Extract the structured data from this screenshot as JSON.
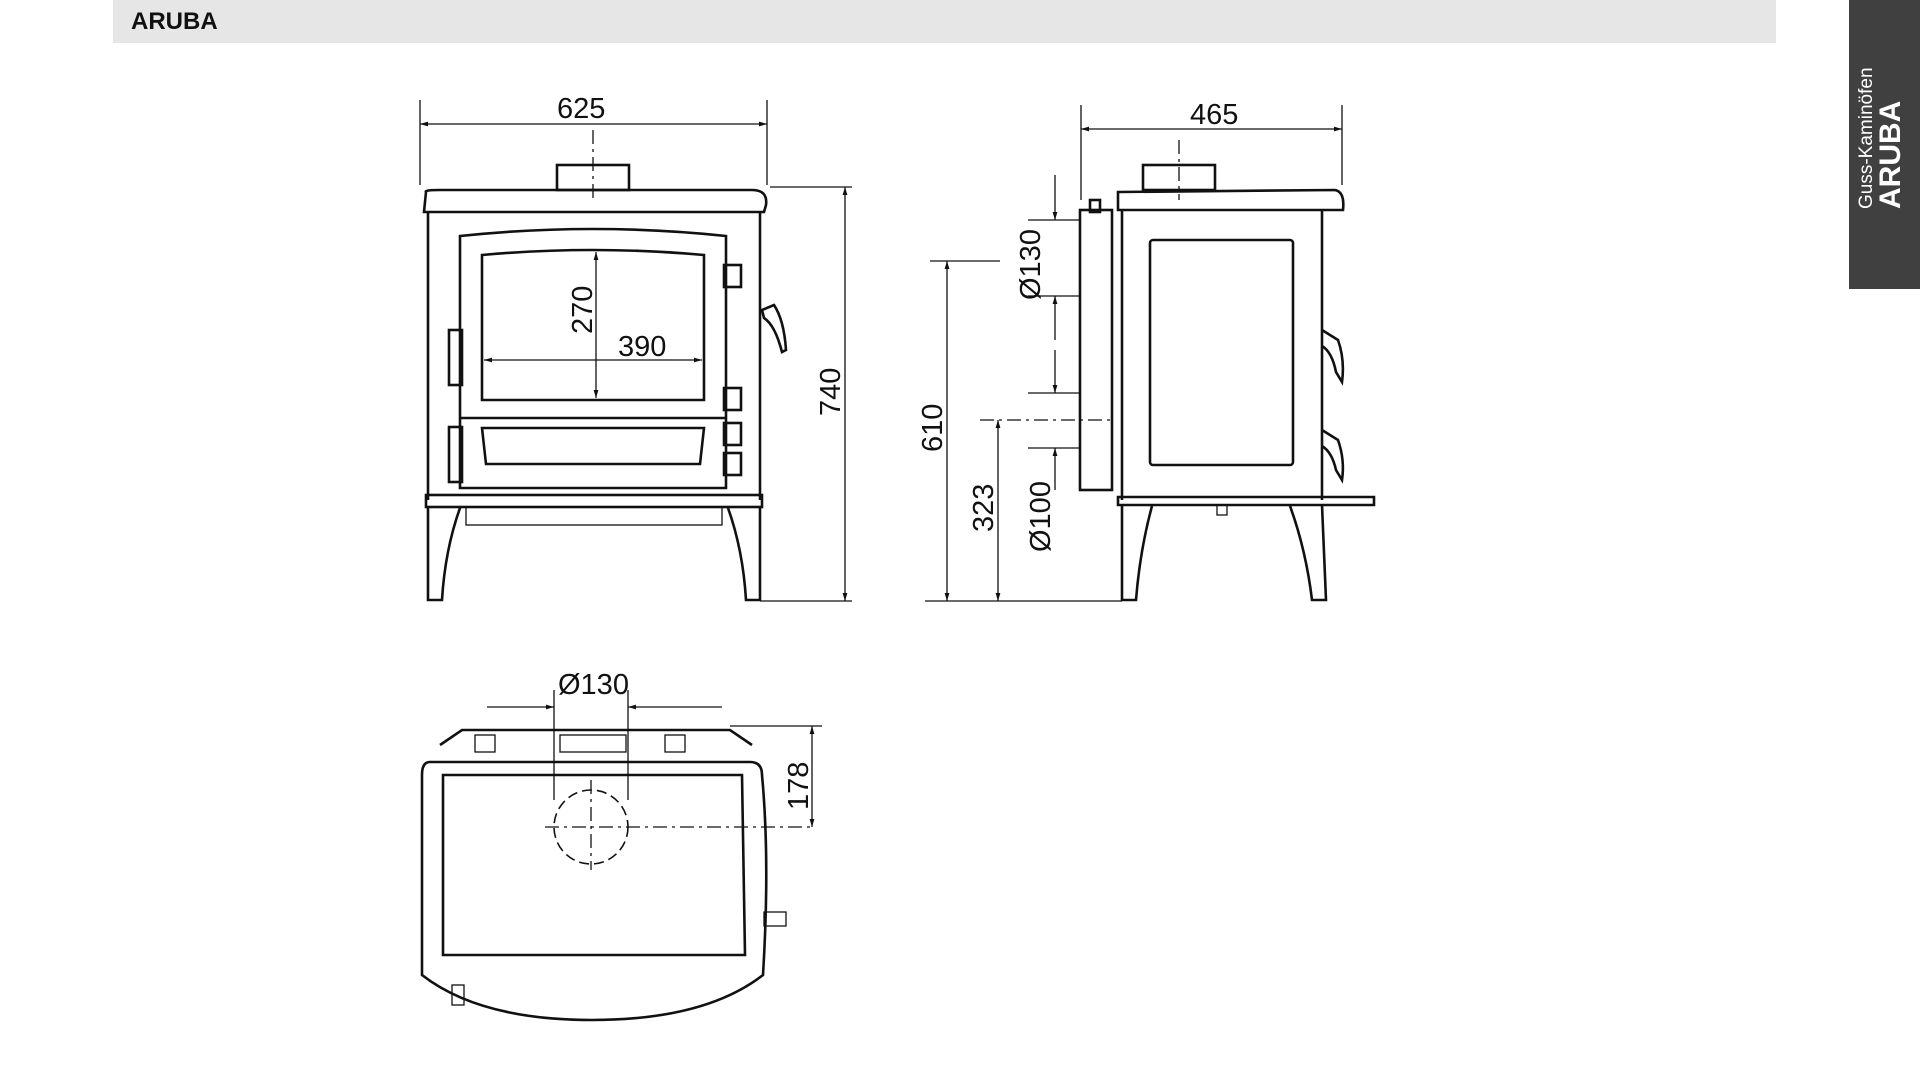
{
  "header": {
    "title": "ARUBA"
  },
  "side_tab": {
    "category": "Guss-Kaminöfen",
    "model": "ARUBA"
  },
  "dimensions": {
    "front_width": "625",
    "total_height": "740",
    "window_height": "270",
    "window_width": "390",
    "side_depth": "465",
    "flue_top_height": "610",
    "flue_rear_height": "323",
    "flue_diameter_top": "Ø130",
    "air_inlet_diameter": "Ø100",
    "top_flue_diameter": "Ø130",
    "flue_offset": "178"
  }
}
